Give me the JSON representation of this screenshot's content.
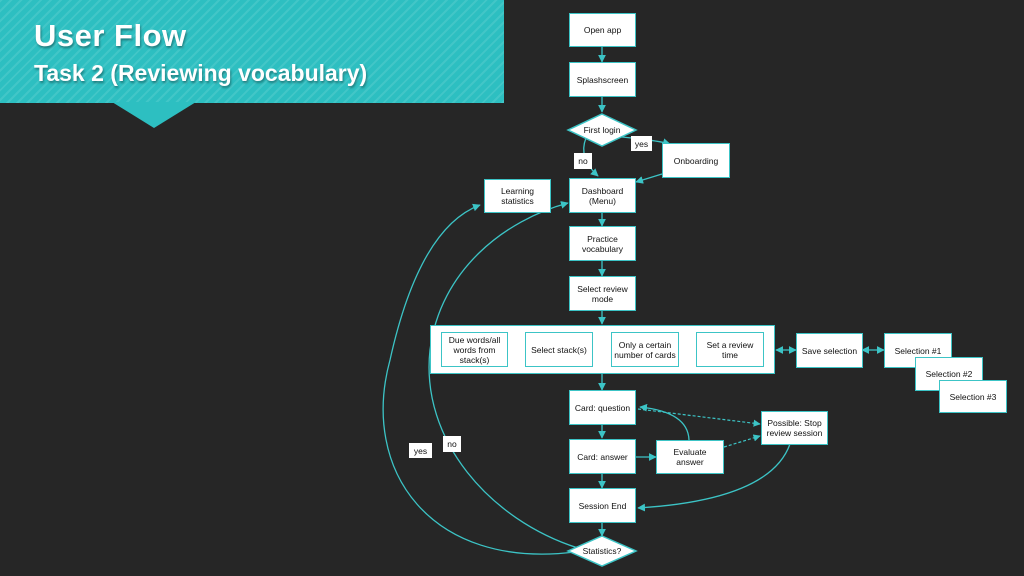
{
  "header": {
    "title": "User Flow",
    "subtitle": "Task 2 (Reviewing vocabulary)"
  },
  "colors": {
    "accent": "#2dbfc1",
    "background": "#262626",
    "connector": "#3cc4c6"
  },
  "nodes": {
    "open_app": "Open app",
    "splashscreen": "Splashscreen",
    "first_login": "First login",
    "onboarding": "Onboarding",
    "learning_statistics": "Learning statistics",
    "dashboard": "Dashboard (Menu)",
    "practice_vocabulary": "Practice vocabulary",
    "select_review_mode": "Select review mode",
    "due_words": "Due words/all words from stack(s)",
    "select_stacks": "Select stack(s)",
    "certain_cards": "Only a certain number of cards",
    "review_time": "Set a review time",
    "save_selection": "Save selection",
    "selection_1": "Selection #1",
    "selection_2": "Selection #2",
    "selection_3": "Selection #3",
    "card_question": "Card: question",
    "card_answer": "Card: answer",
    "evaluate_answer": "Evaluate answer",
    "stop_review": "Possible: Stop review session",
    "session_end": "Session End",
    "statistics": "Statistics?"
  },
  "edge_labels": {
    "yes_onboarding": "yes",
    "no_dashboard": "no",
    "yes_statistics": "yes",
    "no_statistics": "no"
  }
}
